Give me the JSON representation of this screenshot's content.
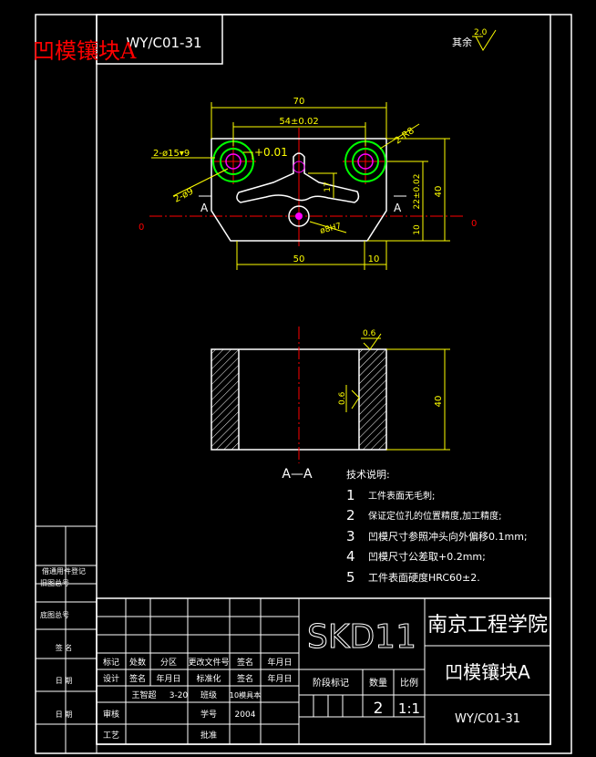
{
  "title_overlay": "凹模镶块A",
  "drawing_code": "WY/C01-31",
  "surface_rest": "其余",
  "roughness": {
    "top_rest": "2.0",
    "section_top": "0.6",
    "section_side": "0.6"
  },
  "dims": {
    "d70": "70",
    "d54": "54±0.02",
    "r8": "2-R8",
    "hole15": "2-ø15▾9",
    "tol001": "+0.01",
    "hole9": "2-ø9",
    "d17": "17",
    "d22": "22±0.02",
    "d40": "40",
    "d10v": "10",
    "d8h7": "ø8H7",
    "d50": "50",
    "d10h": "10",
    "d40s": "40"
  },
  "section": {
    "mark": "A",
    "label": "A—A"
  },
  "zero_left": "0",
  "zero_right": "0",
  "notes": {
    "heading": "技术说明:",
    "items": [
      {
        "num": "1",
        "text": "工件表面无毛刺;"
      },
      {
        "num": "2",
        "text": "保证定位孔的位置精度,加工精度;"
      },
      {
        "num": "3",
        "text": "凹模尺寸参照冲头向外偏移0.1mm;"
      },
      {
        "num": "4",
        "text": "凹模尺寸公差取+0.2mm;"
      },
      {
        "num": "5",
        "text": "工件表面硬度HRC60±2."
      }
    ]
  },
  "side_labels": [
    "借通用件登记",
    "旧图总号",
    "底图总号",
    "签 名",
    "日 期",
    "日 期"
  ],
  "title_block": {
    "material": "SKD11",
    "school": "南京工程学院",
    "part_name": "凹模镶块A",
    "code": "WY/C01-31",
    "row1": [
      "标记",
      "处数",
      "分区",
      "更改文件号",
      "签名",
      "年月日"
    ],
    "row2": [
      "设计",
      "签名",
      "年月日",
      "标准化",
      "签名",
      "年月日"
    ],
    "row3": [
      "王智超",
      "3-20",
      "班级",
      "10模具本"
    ],
    "row4": [
      "审核",
      "",
      "",
      "学号",
      "2004",
      ""
    ],
    "row5": [
      "工艺",
      "",
      "",
      "批准",
      "",
      ""
    ],
    "stage": "阶段标记",
    "qty_label": "数量",
    "scale_label": "比例",
    "qty": "2",
    "scale": "1:1"
  }
}
